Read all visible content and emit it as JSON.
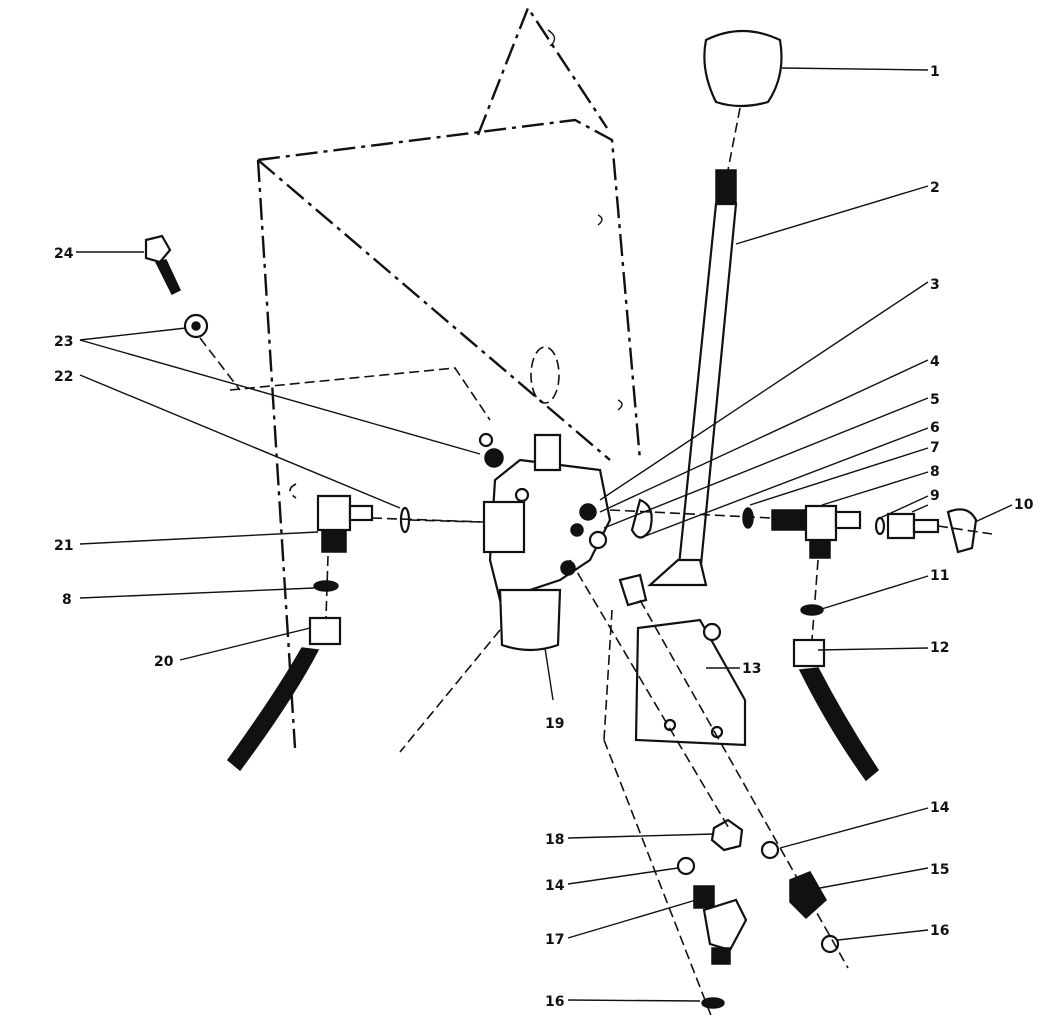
{
  "callouts": {
    "c1": "1",
    "c2": "2",
    "c3": "3",
    "c4": "4",
    "c5": "5",
    "c6": "6",
    "c7": "7",
    "c8a": "8",
    "c8b": "8",
    "c9": "9",
    "c10": "10",
    "c11": "11",
    "c12": "12",
    "c13": "13",
    "c14a": "14",
    "c14b": "14",
    "c15": "15",
    "c16a": "16",
    "c16b": "16",
    "c17": "17",
    "c18": "18",
    "c19": "19",
    "c20": "20",
    "c21": "21",
    "c22": "22",
    "c23": "23",
    "c24": "24"
  }
}
